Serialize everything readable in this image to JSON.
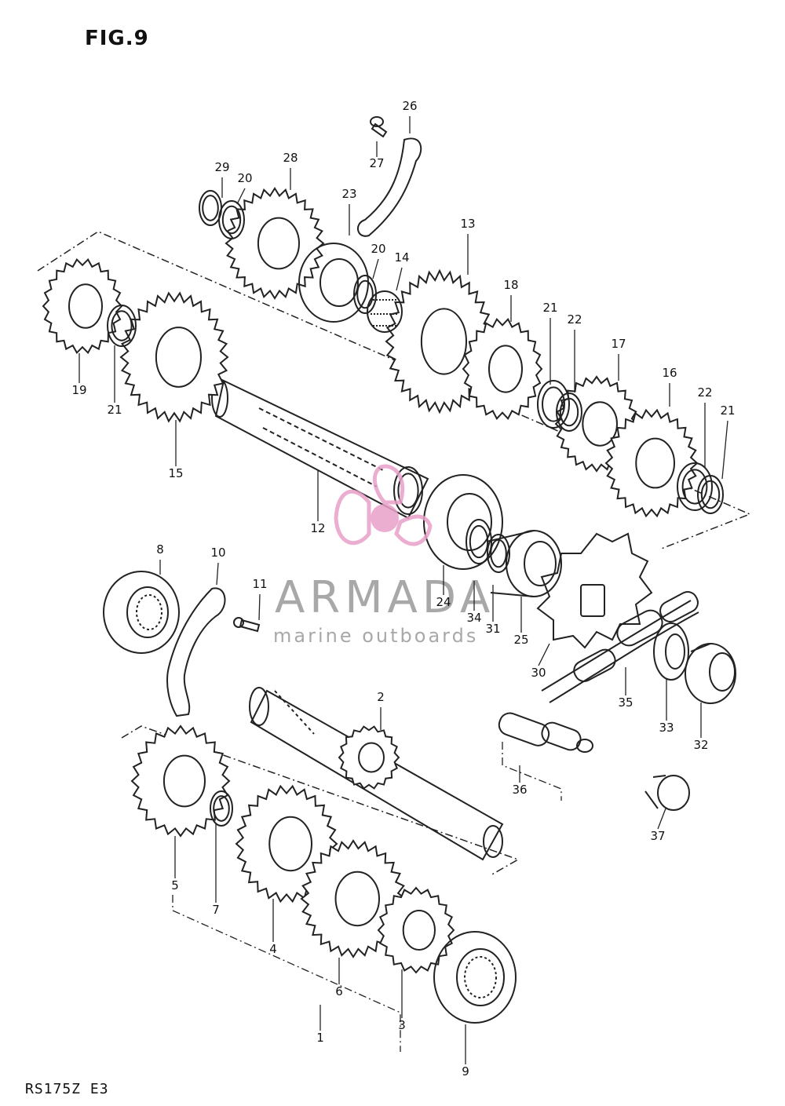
{
  "figure": {
    "title": "FIG.9",
    "model_code": "RS175Z E3"
  },
  "watermark": {
    "brand": "ARMADA",
    "tagline": "marine outboards",
    "accent_color": "#e8a0c8",
    "text_color": "#9a9a9a"
  },
  "callouts": [
    "26",
    "27",
    "29",
    "20",
    "28",
    "23",
    "20",
    "14",
    "13",
    "18",
    "21",
    "22",
    "17",
    "16",
    "22",
    "21",
    "19",
    "21",
    "15",
    "12",
    "24",
    "34",
    "31",
    "25",
    "30",
    "35",
    "33",
    "32",
    "8",
    "10",
    "11",
    "2",
    "36",
    "37",
    "5",
    "7",
    "4",
    "6",
    "3",
    "1",
    "9"
  ]
}
